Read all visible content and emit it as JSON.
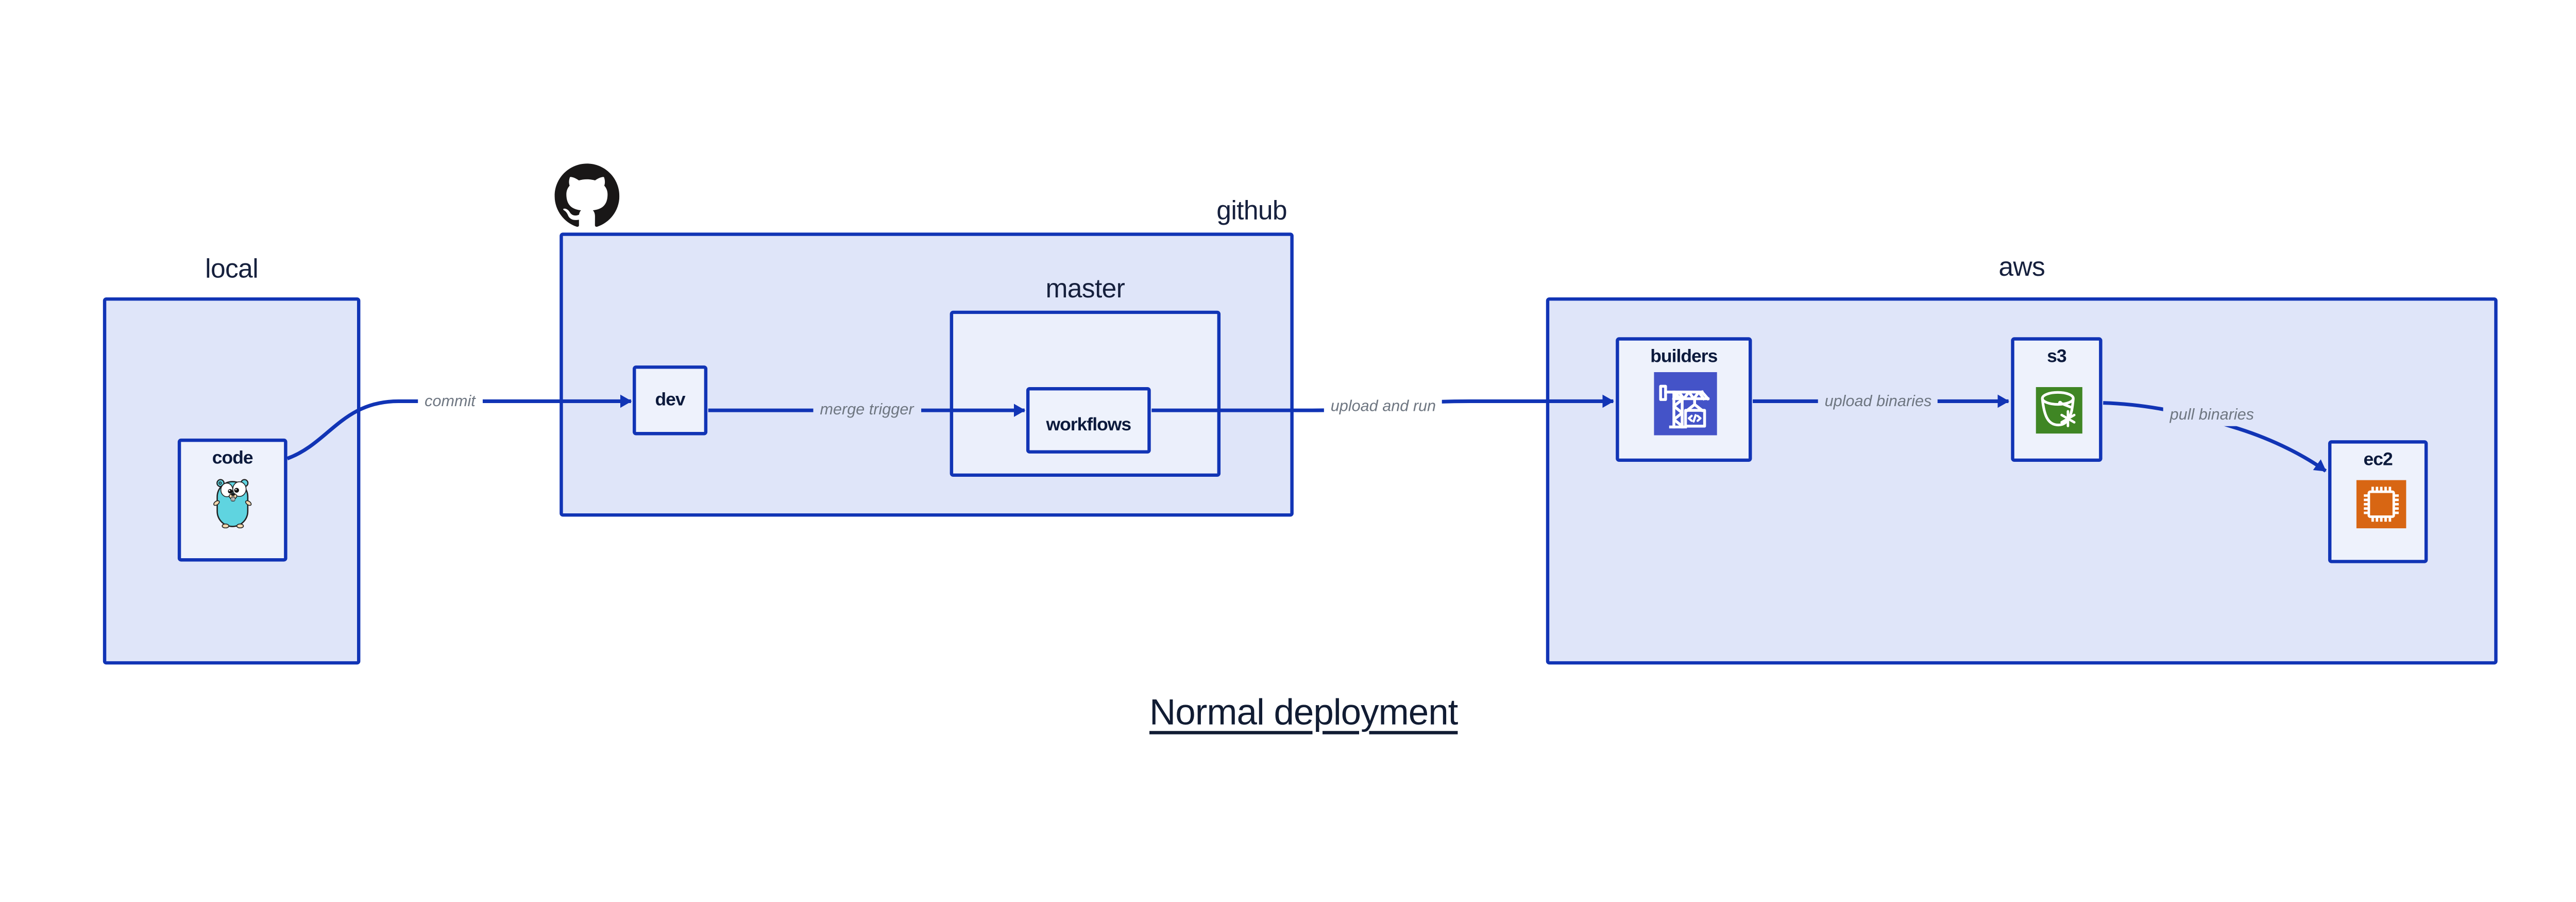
{
  "title": {
    "text": "Normal deployment"
  },
  "groups": {
    "local": {
      "label": "local"
    },
    "github": {
      "label": "github",
      "icon": "github-octocat-mark"
    },
    "master": {
      "label": "master"
    },
    "aws": {
      "label": "aws"
    }
  },
  "nodes": {
    "code": {
      "label": "code",
      "icon": "go-gopher"
    },
    "dev": {
      "label": "dev"
    },
    "workflows": {
      "label": "workflows"
    },
    "builders": {
      "label": "builders",
      "icon": "codebuild-crane"
    },
    "s3": {
      "label": "s3",
      "icon": "s3-glacier-bucket"
    },
    "ec2": {
      "label": "ec2",
      "icon": "ec2-chip"
    }
  },
  "edges": {
    "commit": {
      "label": "commit"
    },
    "merge_trigger": {
      "label": "merge trigger"
    },
    "upload_and_run": {
      "label": "upload and run"
    },
    "upload_binaries": {
      "label": "upload binaries"
    },
    "pull_binaries": {
      "label": "pull binaries"
    }
  },
  "colors": {
    "border_blue": "#1134b5",
    "container_fill": "#dfe5f9",
    "master_fill": "#ebeffb",
    "node_fill": "#eef2fc",
    "edge_label_gray": "#6e7681",
    "text_navy": "#111c33",
    "codebuild_indigo": "#4453c8",
    "s3_green": "#3f8624",
    "ec2_orange": "#d86613",
    "github_black": "#191717",
    "gopher_teal": "#5fd4e0"
  }
}
